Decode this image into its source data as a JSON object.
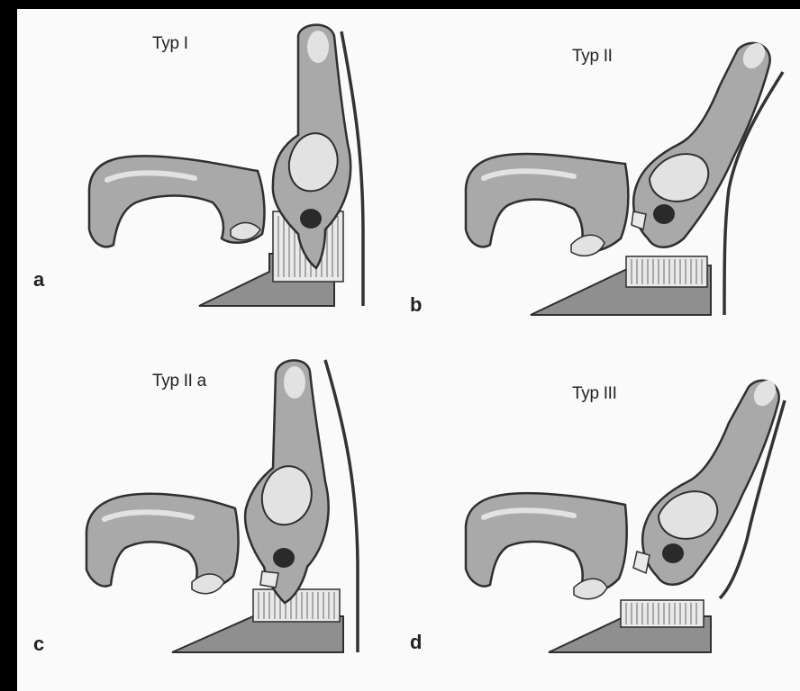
{
  "panels": [
    {
      "id": "a",
      "letter": "a",
      "title": "Typ I"
    },
    {
      "id": "b",
      "letter": "b",
      "title": "Typ II"
    },
    {
      "id": "c",
      "letter": "c",
      "title": "Typ II a"
    },
    {
      "id": "d",
      "letter": "d",
      "title": "Typ III"
    }
  ],
  "colors": {
    "bone_fill": "#a9a9a9",
    "bone_light": "#e2e2e2",
    "bone_dark": "#7c7c7c",
    "outline": "#2f2f2f",
    "hole": "#2a2a2a",
    "page_bg": "#fafafa",
    "border": "#000000"
  }
}
